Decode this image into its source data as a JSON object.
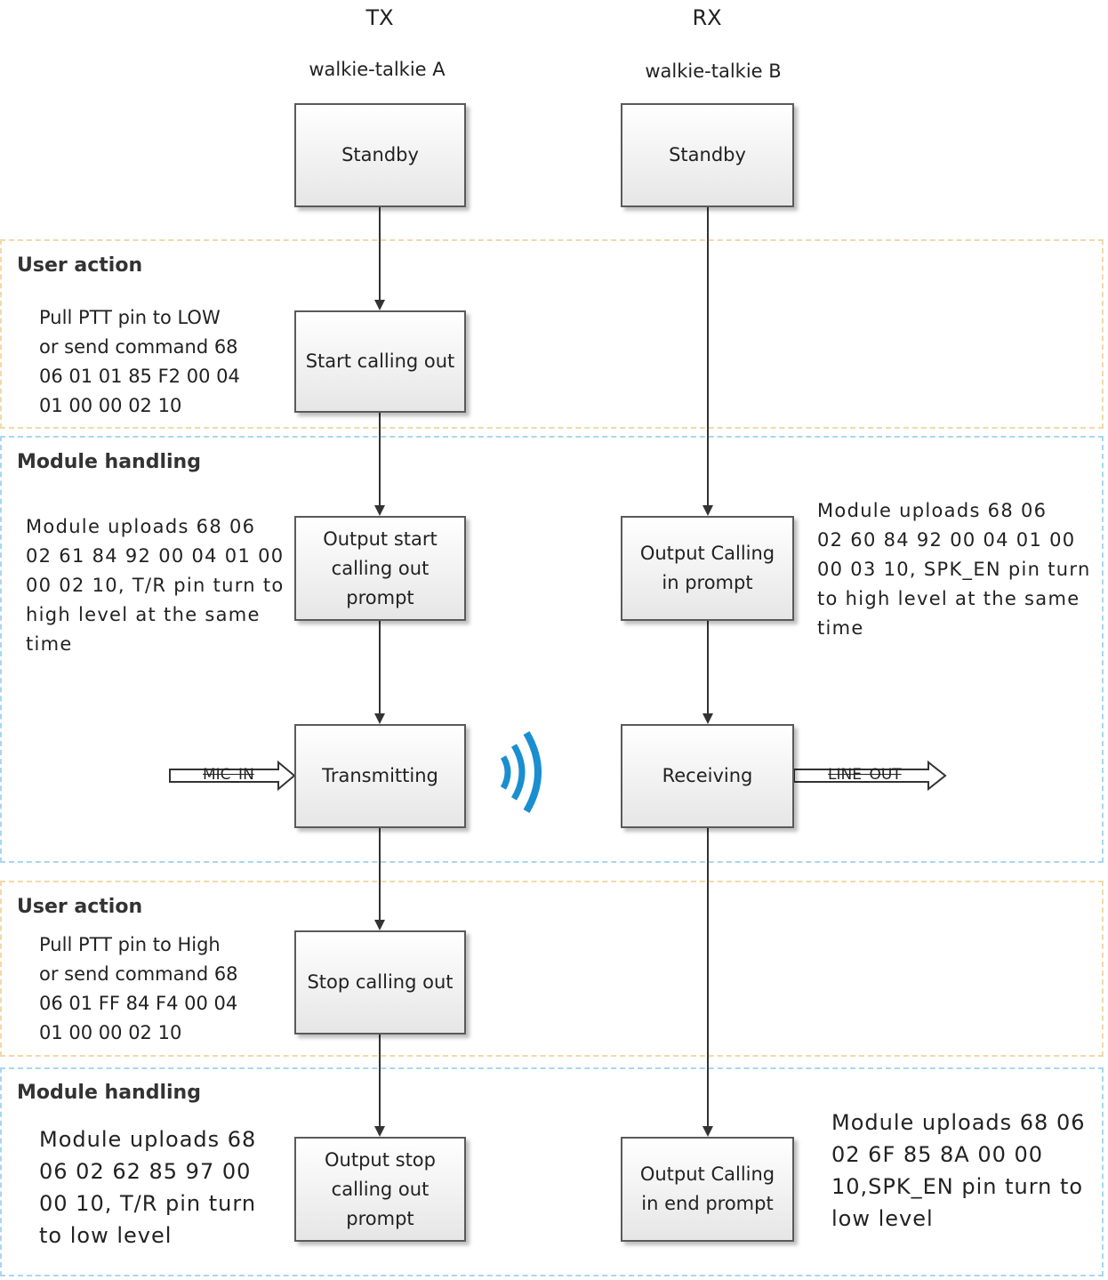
{
  "columns": {
    "tx": {
      "header": "TX",
      "device": "walkie-talkie A"
    },
    "rx": {
      "header": "RX",
      "device": "walkie-talkie B"
    }
  },
  "regions": [
    {
      "kind": "user",
      "label": "User action"
    },
    {
      "kind": "module",
      "label": "Module handling"
    },
    {
      "kind": "user",
      "label": "User action"
    },
    {
      "kind": "module",
      "label": "Module handling"
    }
  ],
  "tx_boxes": {
    "standby": "Standby",
    "start": "Start calling out",
    "output_start": "Output start\ncalling out\nprompt",
    "transmitting": "Transmitting",
    "stop": "Stop calling out",
    "output_stop": "Output stop\ncalling out\nprompt"
  },
  "rx_boxes": {
    "standby": "Standby",
    "output_calling_in": "Output Calling\nin  prompt",
    "receiving": "Receiving",
    "output_calling_end": "Output Calling\nin end prompt"
  },
  "notes": {
    "pull_low": "Pull PTT pin to LOW\nor send command 68\n06 01 01 85 F2 00 04\n01 00 00 02 10",
    "tx_upload_start": "Module uploads 68 06\n02 61 84 92 00 04 01 00\n00 02 10, T/R pin turn to\nhigh level at the same\ntime",
    "rx_upload_start": "Module uploads   68 06\n02 60 84 92 00 04 01 00\n00 03 10, SPK_EN pin turn\nto high level at the same\ntime",
    "pull_high": "Pull PTT pin to High\nor send command 68\n06 01 FF 84 F4 00 04\n01 00 00 02 10",
    "tx_upload_stop": "Module uploads 68\n06  02  62  85  97  00\n00  10, T/R pin turn\nto low level",
    "rx_upload_stop": "Module uploads 68 06\n02  6F  85  8A  00  00\n10,SPK_EN pin turn to\nlow level"
  },
  "io": {
    "mic_in": "MIC_IN",
    "line_out": "LINE_OUT"
  },
  "icons": {
    "wireless": "wireless-signal-icon"
  },
  "colors": {
    "user_border": "#f1d9a8",
    "module_border": "#a9d6ee",
    "signal": "#1a8fd0"
  }
}
